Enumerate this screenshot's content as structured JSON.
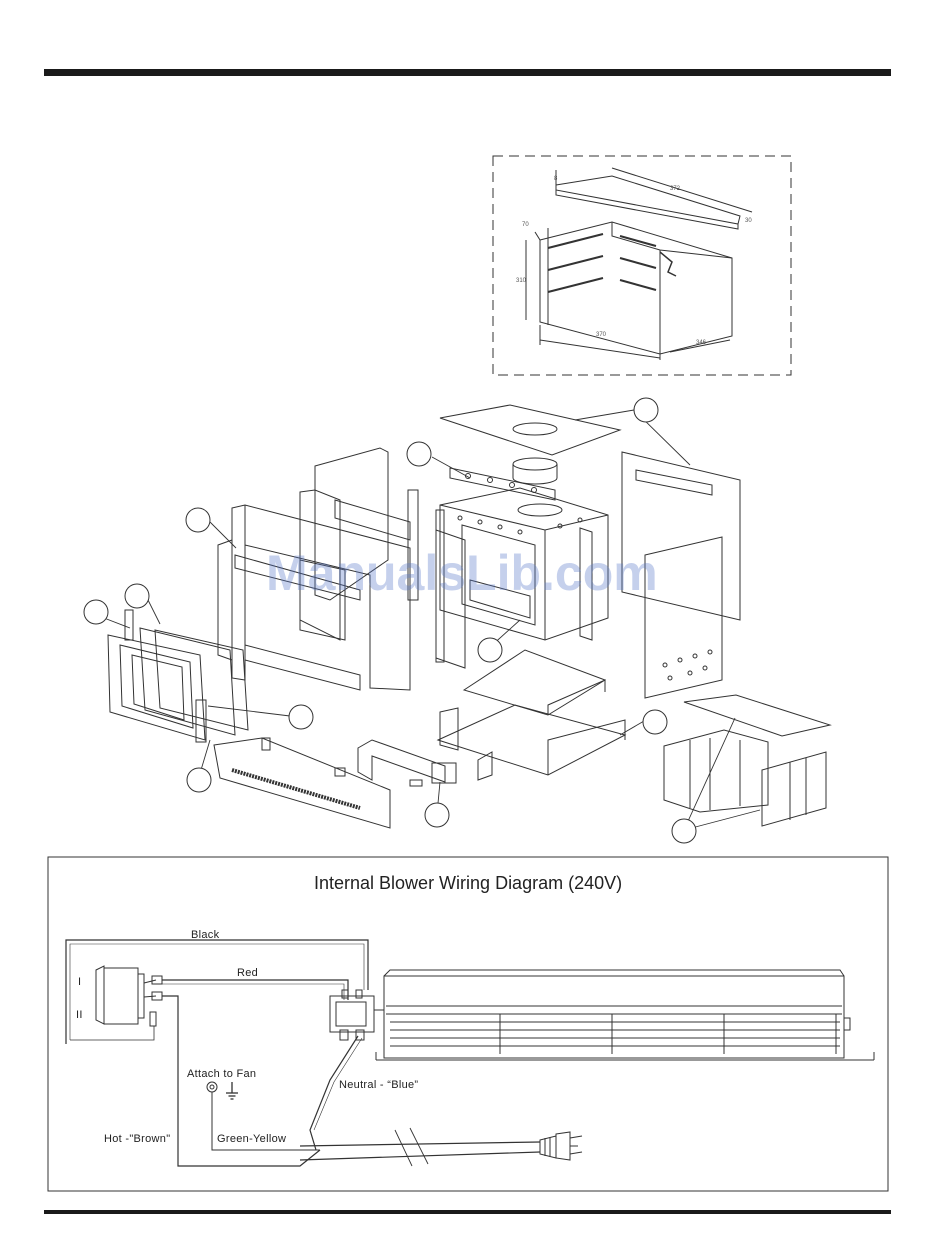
{
  "wiring": {
    "title": "Internal Blower Wiring Diagram (240V)",
    "labels": {
      "black": "Black",
      "red": "Red",
      "switch_i": "I",
      "switch_ii": "II",
      "attach_to_fan": "Attach to Fan",
      "neutral": "Neutral - “Blue”",
      "hot": "Hot -\"Brown\"",
      "green_yellow": "Green-Yellow"
    }
  },
  "inset": {
    "dims": [
      "8",
      "372",
      "30",
      "70",
      "310",
      "370",
      "346"
    ]
  },
  "watermark": "ManualsLib.com",
  "icons": [
    "ground-icon",
    "plug-icon",
    "rocker-switch-icon"
  ]
}
